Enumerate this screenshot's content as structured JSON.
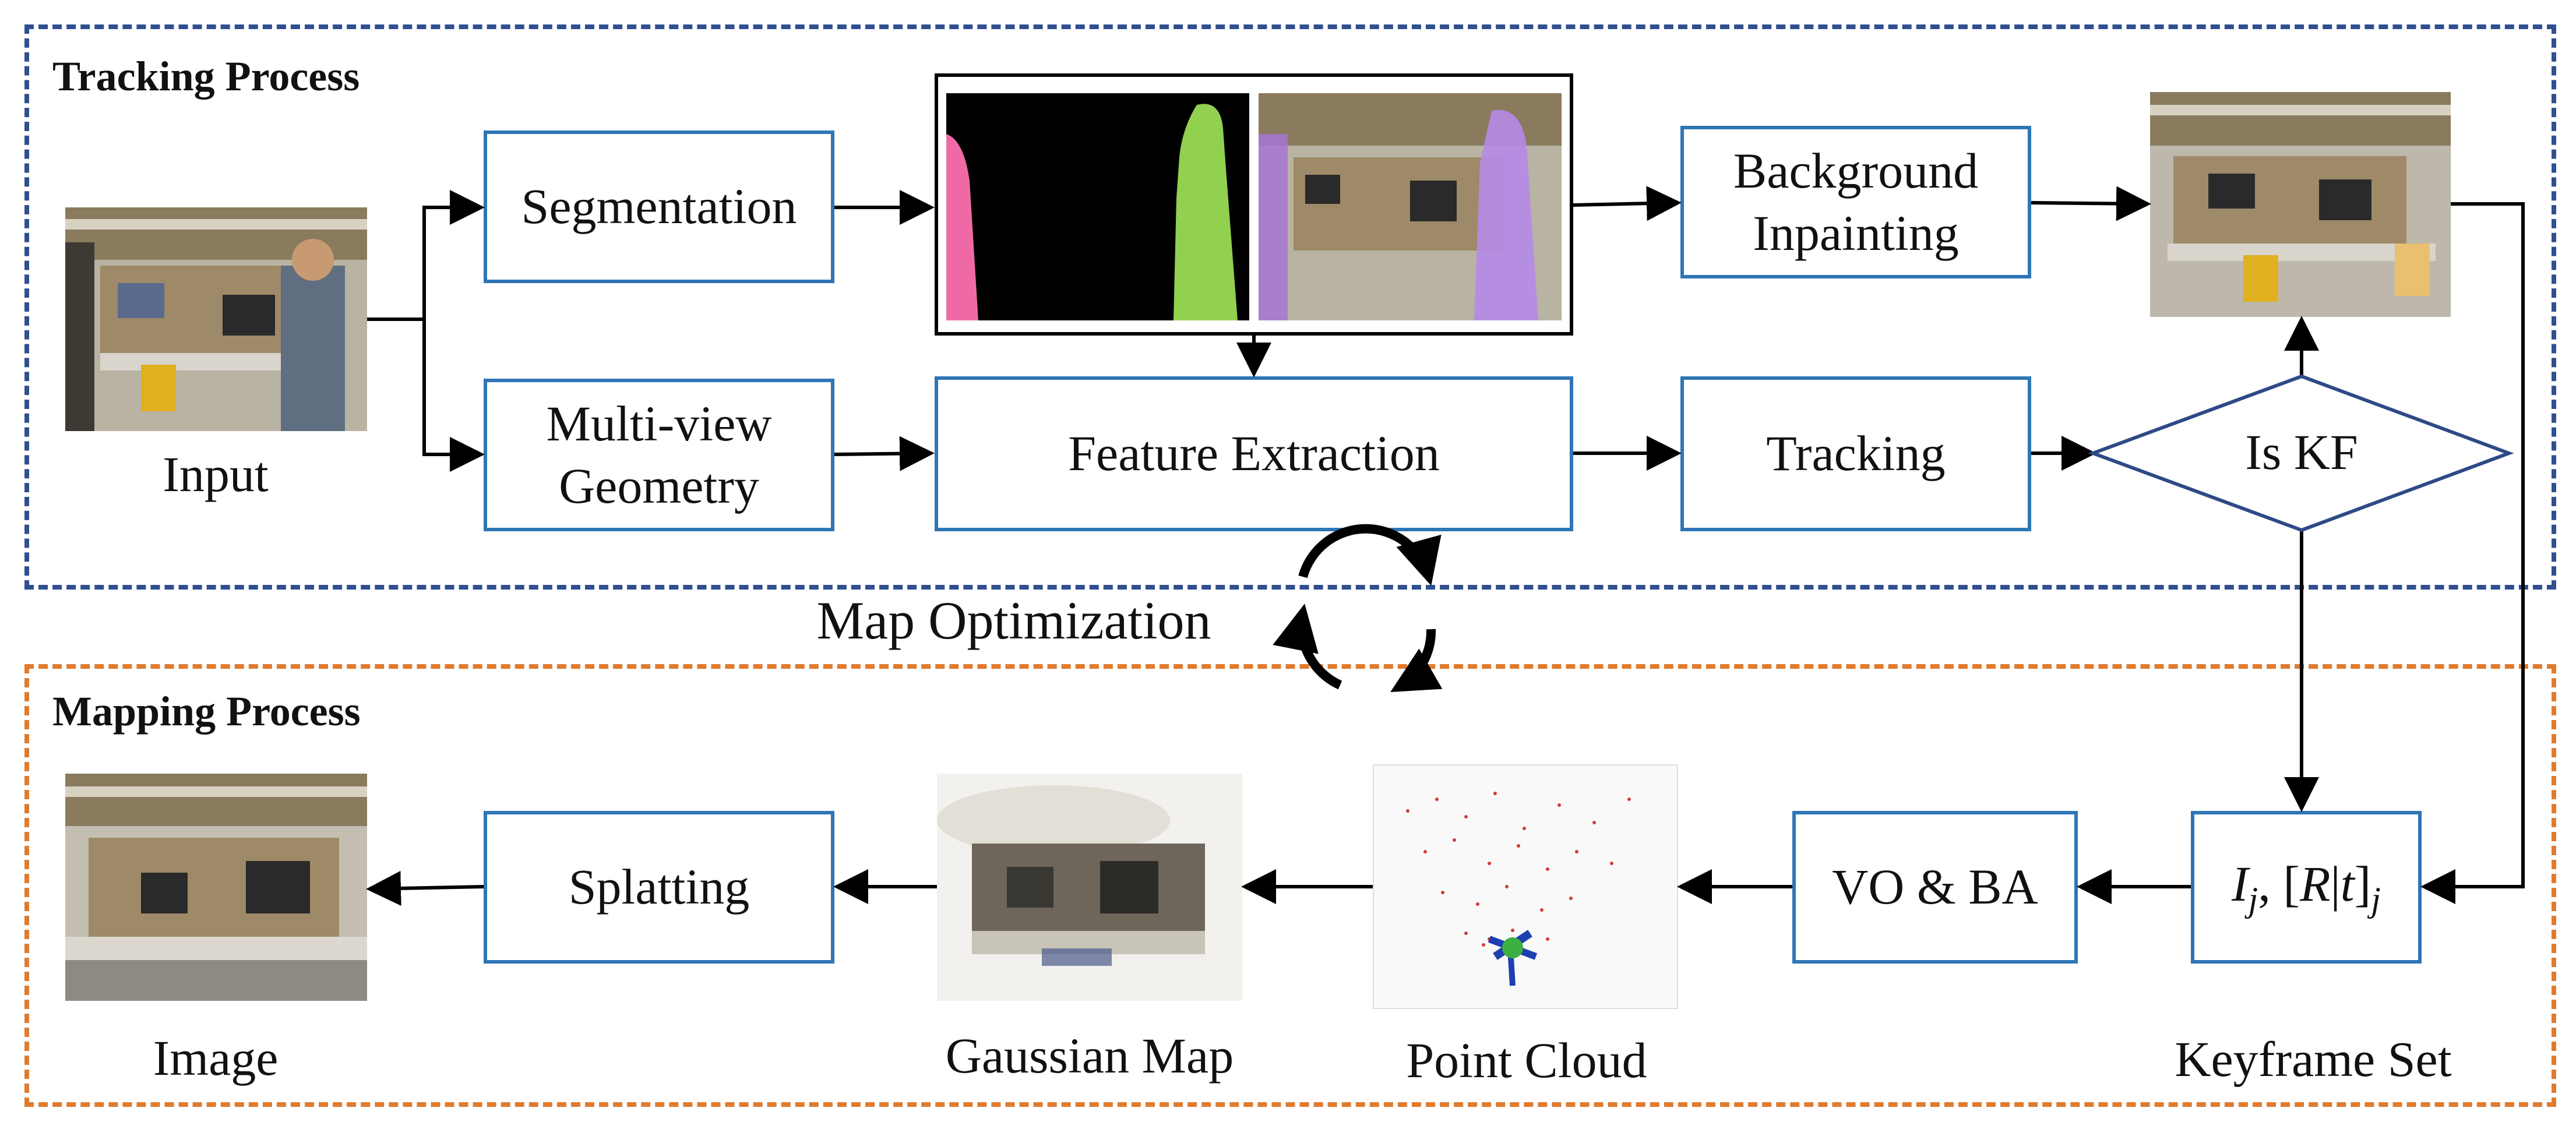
{
  "regions": {
    "tracking": {
      "title": "Tracking Process",
      "color": "#2f4f8f"
    },
    "mapping": {
      "title": "Mapping Process",
      "color": "#e07b2e"
    }
  },
  "box_color": "#2e75b6",
  "nodes": {
    "segmentation": "Segmentation",
    "multiview_line1": "Multi-view",
    "multiview_line2": "Geometry",
    "feature_extraction": "Feature Extraction",
    "background_line1": "Background",
    "background_line2": "Inpainting",
    "tracking": "Tracking",
    "is_kf": "Is KF",
    "vo_ba": "VO & BA",
    "splatting": "Splatting",
    "keyframe_formula": {
      "i": "I",
      "i_sub": "j",
      "sep": ", [",
      "r": "R",
      "bar": "|",
      "t": "t",
      "close": "]",
      "close_sub": "j"
    }
  },
  "image_labels": {
    "input": "Input",
    "image": "Image",
    "gaussian_map": "Gaussian Map",
    "point_cloud": "Point Cloud",
    "keyframe_set": "Keyframe Set"
  },
  "center_label": "Map Optimization",
  "icons": {
    "cycle": "circular-arrows-icon"
  }
}
